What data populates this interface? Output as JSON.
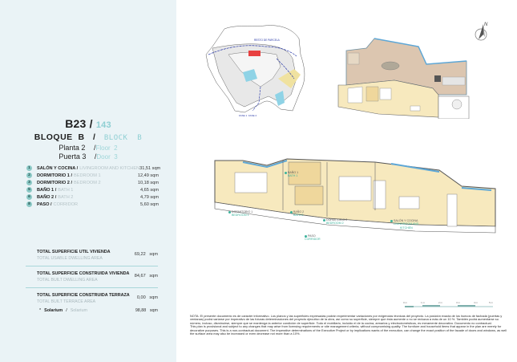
{
  "unit": {
    "code": "B23",
    "separator": "/",
    "number": "143",
    "block_es": "BLOQUE  B",
    "block_en": "BLOCK  B",
    "floor_es": "Planta 2",
    "floor_en": "Floor  2",
    "door_es": "Puerta 3",
    "door_en": "Door  3"
  },
  "rooms": [
    {
      "badge": "1",
      "name_es": "SALÓN Y COCINA /",
      "name_en": "LIVINGROOM AND KITCHEN",
      "area": "31,51 sqm"
    },
    {
      "badge": "2",
      "name_es": "DORMITORIO 1 /",
      "name_en": "BEDROOM 1",
      "area": "12,49 sqm"
    },
    {
      "badge": "3",
      "name_es": "DORMITORIO 2 /",
      "name_en": "BEDROOM 2",
      "area": "10,18 sqm"
    },
    {
      "badge": "5",
      "name_es": "BAÑO 1 /",
      "name_en": "BATH 1",
      "area": "4,65 sqm"
    },
    {
      "badge": "6",
      "name_es": "BAÑO 2 /",
      "name_en": "BATH 2",
      "area": "4,79 sqm"
    },
    {
      "badge": "8",
      "name_es": "PASO /",
      "name_en": "CORRIDOR",
      "area": "5,60 sqm"
    }
  ],
  "totals": [
    {
      "label_es": "TOTAL SUPERFICIE UTIL VIVIENDA",
      "label_en": "TOTAL USABLE DWELLING AREA",
      "value": "69,22",
      "unit": "sqm"
    },
    {
      "label_es": "TOTAL SUPERFICIE CONSTRUIDA VIVIENDA",
      "label_en": "TOTAL BUILT DWELLING AREA",
      "value": "84,67",
      "unit": "sqm"
    },
    {
      "label_es": "TOTAL SUPERFICIE CONSTRUIDA TERRAZA",
      "label_en": "TOTAL BUILT TERRACE AREA",
      "value": "0,00",
      "unit": "sqm"
    }
  ],
  "solarium": {
    "bullet": "*",
    "label_es": "Solarium",
    "sep": "/",
    "label_en": "Solarium",
    "value": "98,88",
    "unit": "sqm"
  },
  "site_plan": {
    "title": "RESTO DE PARCELA",
    "phase_1": "FASE 1",
    "phase_2": "FASE 2"
  },
  "compass": {
    "label": "N"
  },
  "plan_labels": {
    "bath1_es": "BAÑO 1",
    "bath1_en": "BATH 1",
    "bath2_es": "BAÑO 2",
    "bath2_en": "BATH 2",
    "bed1_es": "DORMITORIO 1",
    "bed1_en": "BEDROOM 1",
    "bed2_es": "DORMITORIO 2",
    "bed2_en": "BEDROOM 2",
    "corridor_es": "PASO",
    "corridor_en": "CORRIDOR",
    "living_es": "SALÓN Y COCINA",
    "living_en": "LIVINGROOM AND",
    "living_en2": "KITCHEN"
  },
  "scale": [
    "0 m",
    "1 m",
    "2 m",
    "3 m",
    "4 m",
    "5 m"
  ],
  "colors": {
    "panel_bg": "#eaf3f6",
    "accent": "#8fcfd3",
    "plan_floor": "#f7e9be",
    "bath_floor": "#efd79c",
    "terrace": "#dcc6b0",
    "glass": "#5ea7d6",
    "label_green": "#3bb29c"
  },
  "note": {
    "es": "NOTA: El presente documento es de carácter informativo. Los planos y las superficies expresadas podrán experimentar variaciones por exigencias técnicas del proyecto. La posición exacta de los huecos de fachada (puertas y ventanas) podrá variarse por imperativo de las futuras determinaciones del proyecto ejecutivo de la obra, así como su superficie, siempre que ésta aumente o no se reduzca a más de un 10 %. También podrá aumentarse su número, incluso, disminuirse, siempre que se mantenga la anterior condición de superficie. Todo el mobiliario, incluido el de la cocina, armarios y electrodomésticos, es meramente decorativo. Documento no contractual.",
    "en": "This plan is provisional and subject to any changes that may arise from licensing requirements or site management criteria, without compromising quality. The furniture and household items that appear in the plan are merely for decorative purposes. This is a non-contractual document. The imperative determinations of the Executive Project or by implications wants of the execution, can change the exact position of the facade of doors and windows, as well the surface area may also be increased or even decrease not more than a 10%."
  }
}
